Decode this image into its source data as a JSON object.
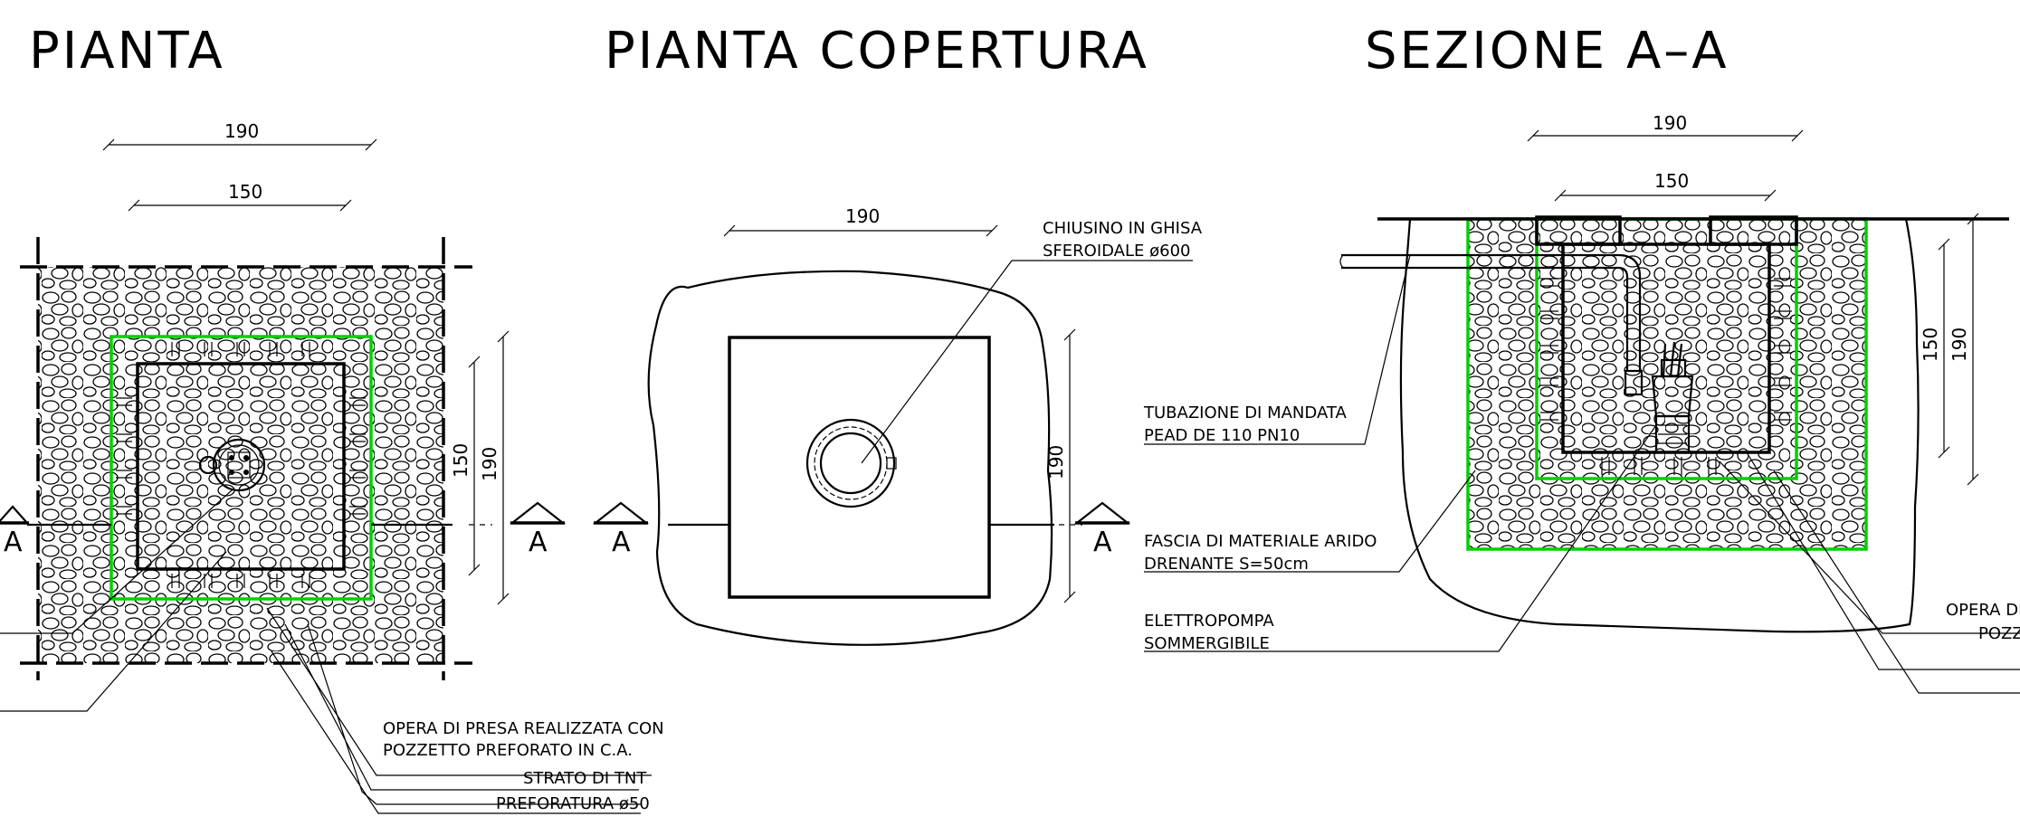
{
  "titles": {
    "plan": "PIANTA",
    "roof_plan": "PIANTA COPERTURA",
    "section": "SEZIONE A–A"
  },
  "dimensions": {
    "d190": "190",
    "d150": "150"
  },
  "section_marker": "A",
  "labels": {
    "cover_1": "CHIUSINO IN GHISA",
    "cover_2": "SFEROIDALE ø600",
    "pipe_1": "TUBAZIONE DI MANDATA",
    "pipe_2": "PEAD DE 110 PN10",
    "drain_1": "FASCIA DI MATERIALE ARIDO",
    "drain_2": "DRENANTE S=50cm",
    "pump_1": "ELETTROPOMPA",
    "pump_2": "SOMMERGIBILE",
    "intake_1": "OPERA DI PRESA REALIZZATA CON",
    "intake_2": "POZZETTO PREFORATO IN C.A.",
    "tnt": "STRATO DI TNT",
    "perforation": "PREFORATURA ø50",
    "right_cut_1": "OPERA DI",
    "right_cut_2": "POZZ"
  },
  "colors": {
    "line": "#000000",
    "tnt_layer": "#00d000",
    "background": "#ffffff"
  }
}
